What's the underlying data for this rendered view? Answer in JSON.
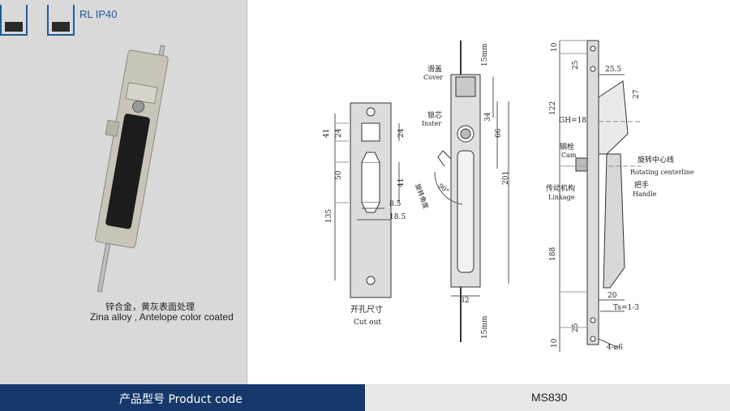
{
  "header": {
    "series": "RL  IP40"
  },
  "material": {
    "cn": "锌合金，黄灰表面处理",
    "en": "Zina alloy , Antelope color coated"
  },
  "footer": {
    "product_code_label": "产品型号  Product code",
    "product_code": "MS830"
  },
  "drawing": {
    "cutout": {
      "caption_cn": "开孔尺寸",
      "caption_en": "Cut out",
      "dims": [
        "41",
        "24",
        "50",
        "41",
        "24",
        "8.5",
        "18.5",
        "135"
      ]
    },
    "front": {
      "callouts": [
        {
          "cn": "滑盖",
          "en": "Cover"
        },
        {
          "cn": "锁芯",
          "en": "Inster"
        }
      ],
      "angle": "90°",
      "angle_label_cn": "旋转角度",
      "dims": [
        "15mm",
        "34",
        "66",
        "201",
        "32",
        "15mm"
      ]
    },
    "side": {
      "callouts": [
        {
          "cn": "钢栓",
          "en": "Cam"
        },
        {
          "cn": "旋转中心线",
          "en": "Rotating centerline"
        },
        {
          "cn": "传动机构",
          "en": "Linkage"
        },
        {
          "cn": "把手",
          "en": "Handle"
        }
      ],
      "dims": [
        "10",
        "25",
        "25.5",
        "27",
        "122",
        "GH=18",
        "188",
        "20",
        "Ts=1-3",
        "25",
        "10",
        "4-⌀6"
      ]
    }
  },
  "colors": {
    "footer_blue": "#16386b",
    "footer_grey": "#e8e8e8",
    "panel_grey": "#d9d9d9",
    "accent": "#1e5a9a"
  }
}
